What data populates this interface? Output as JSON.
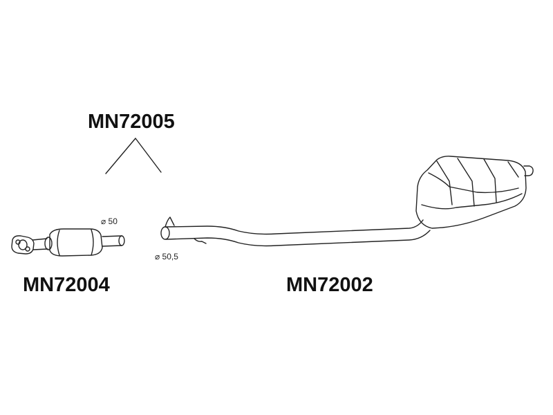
{
  "parts": {
    "group_label": "MN72005",
    "front_section_label": "MN72004",
    "rear_section_label": "MN72002"
  },
  "dimensions": {
    "front_outlet_diameter": "⌀ 50",
    "rear_inlet_diameter": "⌀ 50,5"
  },
  "colors": {
    "line": "#222222",
    "background": "#ffffff"
  }
}
